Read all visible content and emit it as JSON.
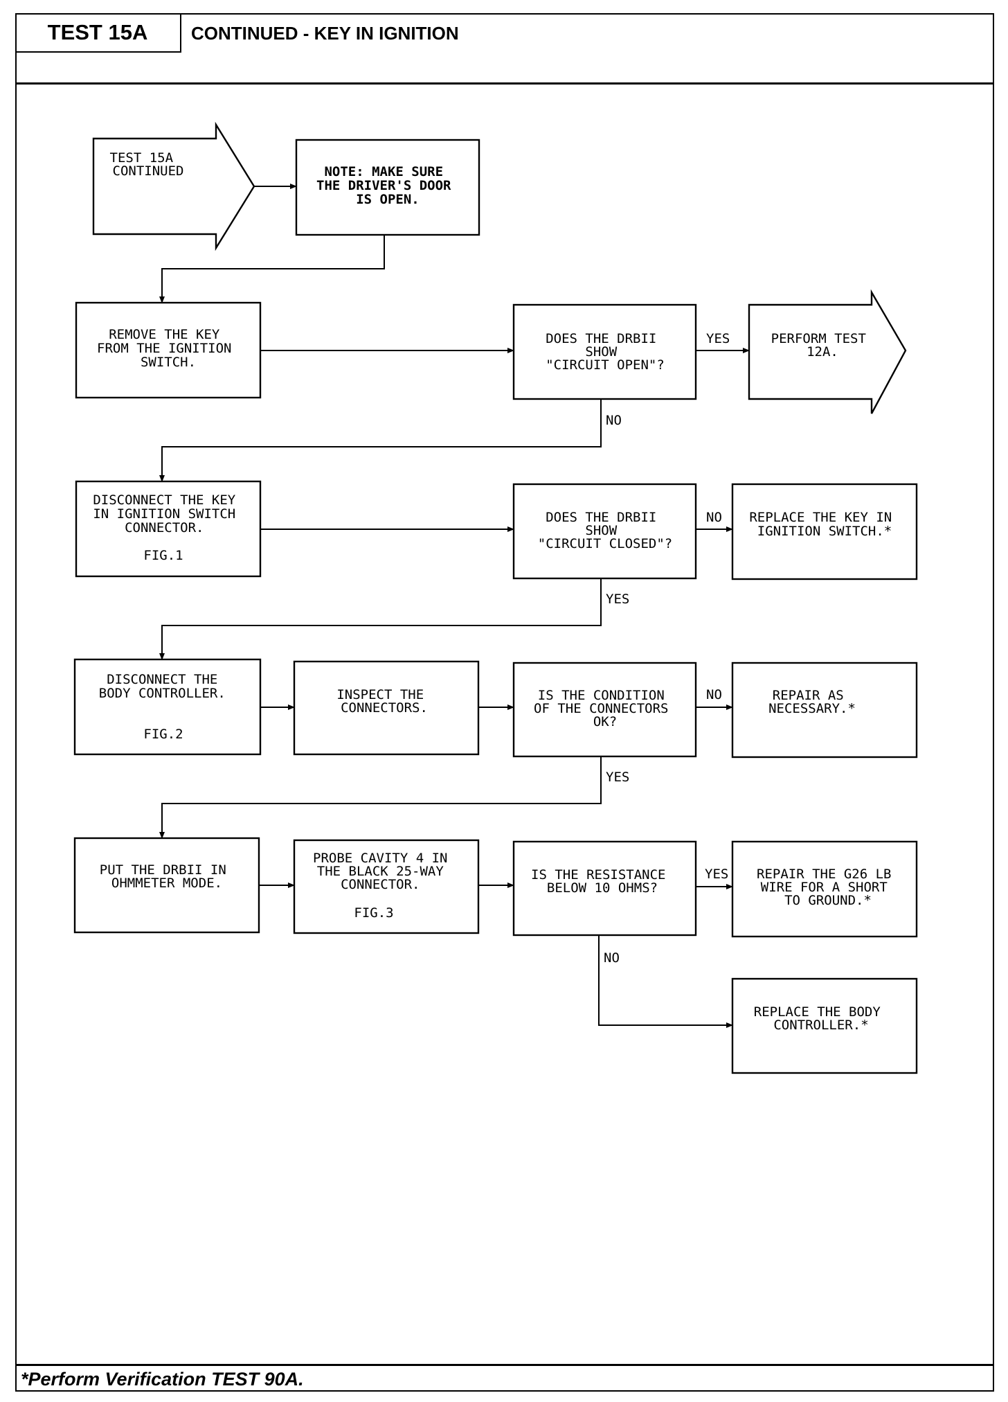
{
  "header": {
    "test_id": "TEST 15A",
    "title": "CONTINUED - KEY IN IGNITION"
  },
  "footer": {
    "note": "*Perform Verification TEST 90A."
  },
  "flow": {
    "start": [
      "TEST 15A",
      "CONTINUED"
    ],
    "note": [
      "NOTE: MAKE SURE",
      "THE DRIVER'S DOOR",
      "IS OPEN."
    ],
    "remove_key": [
      "REMOVE THE KEY",
      "FROM THE IGNITION",
      "SWITCH."
    ],
    "q_circuit_open": [
      "DOES THE DRBII",
      "SHOW",
      "\"CIRCUIT OPEN\"?"
    ],
    "perform_12a": [
      "PERFORM TEST",
      "12A."
    ],
    "disconnect_switch": [
      "DISCONNECT THE KEY",
      "IN IGNITION SWITCH",
      "CONNECTOR."
    ],
    "disconnect_switch_fig": "FIG.1",
    "q_circuit_closed": [
      "DOES THE DRBII",
      "SHOW",
      "\"CIRCUIT CLOSED\"?"
    ],
    "replace_switch": [
      "REPLACE THE KEY IN",
      "IGNITION SWITCH.*"
    ],
    "disconnect_body": [
      "DISCONNECT THE",
      "BODY CONTROLLER."
    ],
    "disconnect_body_fig": "FIG.2",
    "inspect": [
      "INSPECT THE",
      "CONNECTORS."
    ],
    "q_condition": [
      "IS THE CONDITION",
      "OF THE CONNECTORS",
      "OK?"
    ],
    "repair": [
      "REPAIR AS",
      "NECESSARY.*"
    ],
    "ohmmeter": [
      "PUT THE DRBII IN",
      "OHMMETER MODE."
    ],
    "probe": [
      "PROBE CAVITY 4 IN",
      "THE BLACK 25-WAY",
      "CONNECTOR."
    ],
    "probe_fig": "FIG.3",
    "q_resistance": [
      "IS THE RESISTANCE",
      "BELOW 10 OHMS?"
    ],
    "repair_wire": [
      "REPAIR THE G26 LB",
      "WIRE FOR A SHORT",
      "TO GROUND.*"
    ],
    "replace_body": [
      "REPLACE THE BODY",
      "CONTROLLER.*"
    ],
    "labels": {
      "yes_1": "YES",
      "no_1": "NO",
      "no_2": "NO",
      "yes_2": "YES",
      "no_3": "NO",
      "yes_3": "YES",
      "yes_4": "YES",
      "no_4": "NO"
    }
  }
}
